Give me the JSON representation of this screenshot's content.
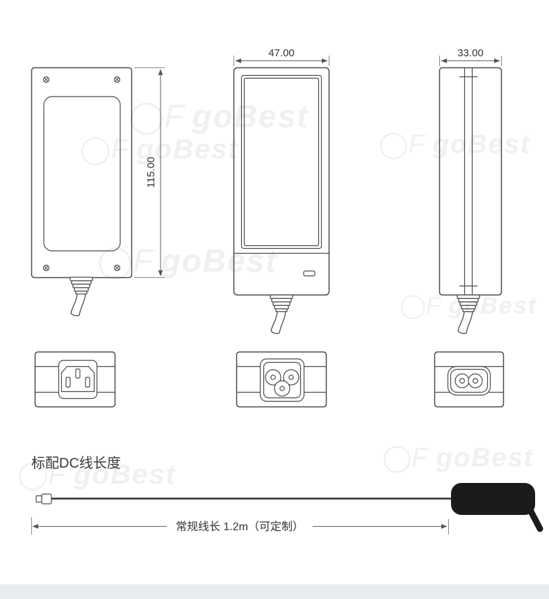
{
  "views": {
    "front": {
      "height_dim": "115.00"
    },
    "side": {
      "width_dim": "47.00"
    },
    "edge": {
      "width_dim": "33.00"
    }
  },
  "cable_section": {
    "heading": "标配DC线长度",
    "length_label": "常规线长 1.2m（可定制）"
  },
  "watermark": {
    "logo": "◯F",
    "text": "goBest"
  }
}
